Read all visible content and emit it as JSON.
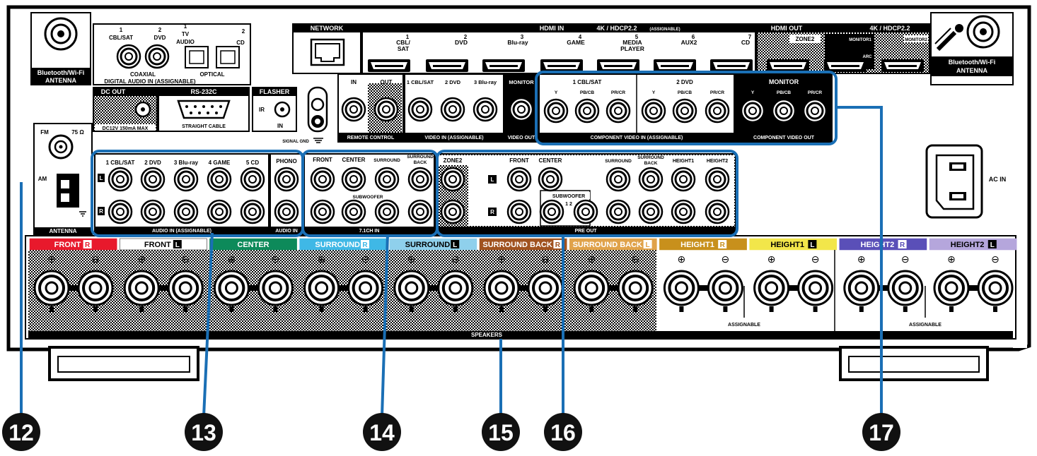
{
  "antenna_top_left": {
    "line1": "Bluetooth/Wi-Fi",
    "line2": "ANTENNA"
  },
  "antenna_top_right": {
    "line1": "Bluetooth/Wi-Fi",
    "line2": "ANTENNA"
  },
  "digital_audio": {
    "num1": "1",
    "num2": "2",
    "num3": "1",
    "num4": "2",
    "cbl": "CBL/SAT",
    "dvd": "DVD",
    "tv": "TV",
    "tv_audio": "AUDIO",
    "cd": "CD",
    "coaxial": "COAXIAL",
    "optical": "OPTICAL",
    "bottom": "DIGITAL AUDIO IN (ASSIGNABLE)"
  },
  "dc_out": {
    "title": "DC OUT",
    "spec": "DC12V 150mA MAX"
  },
  "rs232c": {
    "title": "RS-232C",
    "sub": "STRAIGHT CABLE"
  },
  "flasher": {
    "title": "FLASHER",
    "ir": "IR",
    "in": "IN"
  },
  "signal_gnd": "SIGNAL GND",
  "network": "NETWORK",
  "hdmi_in": {
    "title": "HDMI IN",
    "spec": "4K / HDCP2.2",
    "assign": "(ASSIGNABLE)",
    "ports": [
      {
        "num": "1",
        "l1": "CBL/",
        "l2": "SAT"
      },
      {
        "num": "2",
        "l1": "DVD",
        "l2": ""
      },
      {
        "num": "3",
        "l1": "Blu-ray",
        "l2": ""
      },
      {
        "num": "4",
        "l1": "GAME",
        "l2": ""
      },
      {
        "num": "5",
        "l1": "MEDIA",
        "l2": "PLAYER"
      },
      {
        "num": "6",
        "l1": "AUX2",
        "l2": ""
      },
      {
        "num": "7",
        "l1": "CD",
        "l2": ""
      }
    ]
  },
  "hdmi_out": {
    "title": "HDMI OUT",
    "spec": "4K / HDCP2.2",
    "zone2": "ZONE2",
    "monitor1": "MONITOR1",
    "arc": "ARC",
    "monitor2": "MONITOR2"
  },
  "remote_control": {
    "in": "IN",
    "out": "OUT",
    "label": "REMOTE CONTROL"
  },
  "video_in": {
    "labels": [
      "1 CBL/SAT",
      "2 DVD",
      "3 Blu-ray"
    ],
    "label": "VIDEO IN (ASSIGNABLE)"
  },
  "video_out": {
    "monitor": "MONITOR",
    "label": "VIDEO OUT"
  },
  "component_in": {
    "groups": [
      "1 CBL/SAT",
      "2 DVD"
    ],
    "sig": [
      "Y",
      "PB/CB",
      "PR/CR"
    ],
    "label": "COMPONENT VIDEO IN (ASSIGNABLE)"
  },
  "component_out": {
    "title": "MONITOR",
    "label": "COMPONENT VIDEO OUT"
  },
  "ac_in": "AC IN",
  "antenna_box": {
    "fm": "FM",
    "ohm": "75 Ω",
    "am": "AM",
    "label": "ANTENNA"
  },
  "audio_in": {
    "labels": [
      "1 CBL/SAT",
      "2 DVD",
      "3 Blu-ray",
      "4 GAME",
      "5 CD"
    ],
    "label": "AUDIO IN (ASSIGNABLE)",
    "l": "L",
    "r": "R"
  },
  "phono": {
    "title": "PHONO",
    "label": "AUDIO IN"
  },
  "ch71": {
    "front": "FRONT",
    "center": "CENTER",
    "surround": "SURROUND",
    "sb1": "SURROUND",
    "sb2": "BACK",
    "sub": "SUBWOOFER",
    "label": "7.1CH IN"
  },
  "pre_out": {
    "zone2": "ZONE2",
    "front": "FRONT",
    "center": "CENTER",
    "surround": "SURROUND",
    "sb1": "SURROUND",
    "sb2": "BACK",
    "h1": "HEIGHT1",
    "h2": "HEIGHT2",
    "sub": "SUBWOOFER",
    "sub_nums": "1   2",
    "label": "PRE OUT",
    "l": "L",
    "r": "R"
  },
  "speakers": {
    "channels": [
      {
        "name": "FRONT",
        "side": "R",
        "color": "#e8192c"
      },
      {
        "name": "FRONT",
        "side": "L",
        "color": "#ffffff"
      },
      {
        "name": "CENTER",
        "side": "",
        "color": "#0d8a5a"
      },
      {
        "name": "SURROUND",
        "side": "R",
        "color": "#3fb8e6"
      },
      {
        "name": "SURROUND",
        "side": "L",
        "color": "#8fd0ec"
      },
      {
        "name": "SURROUND BACK",
        "side": "R",
        "color": "#a0521f"
      },
      {
        "name": "SURROUND BACK",
        "side": "L",
        "color": "#e0a24a"
      },
      {
        "name": "HEIGHT1",
        "side": "R",
        "color": "#c8901c"
      },
      {
        "name": "HEIGHT1",
        "side": "L",
        "color": "#f2e64a"
      },
      {
        "name": "HEIGHT2",
        "side": "R",
        "color": "#5a4fb8"
      },
      {
        "name": "HEIGHT2",
        "side": "L",
        "color": "#b5a6dc"
      }
    ],
    "plus": "⊕",
    "minus": "⊖",
    "assignable1": "ASSIGNABLE",
    "assignable2": "ASSIGNABLE",
    "label": "SPEAKERS"
  },
  "callouts": [
    "12",
    "13",
    "14",
    "15",
    "16",
    "17"
  ],
  "colors": {
    "highlight": "#1a6fb5",
    "callout": "#111111",
    "panel": "#000000"
  }
}
